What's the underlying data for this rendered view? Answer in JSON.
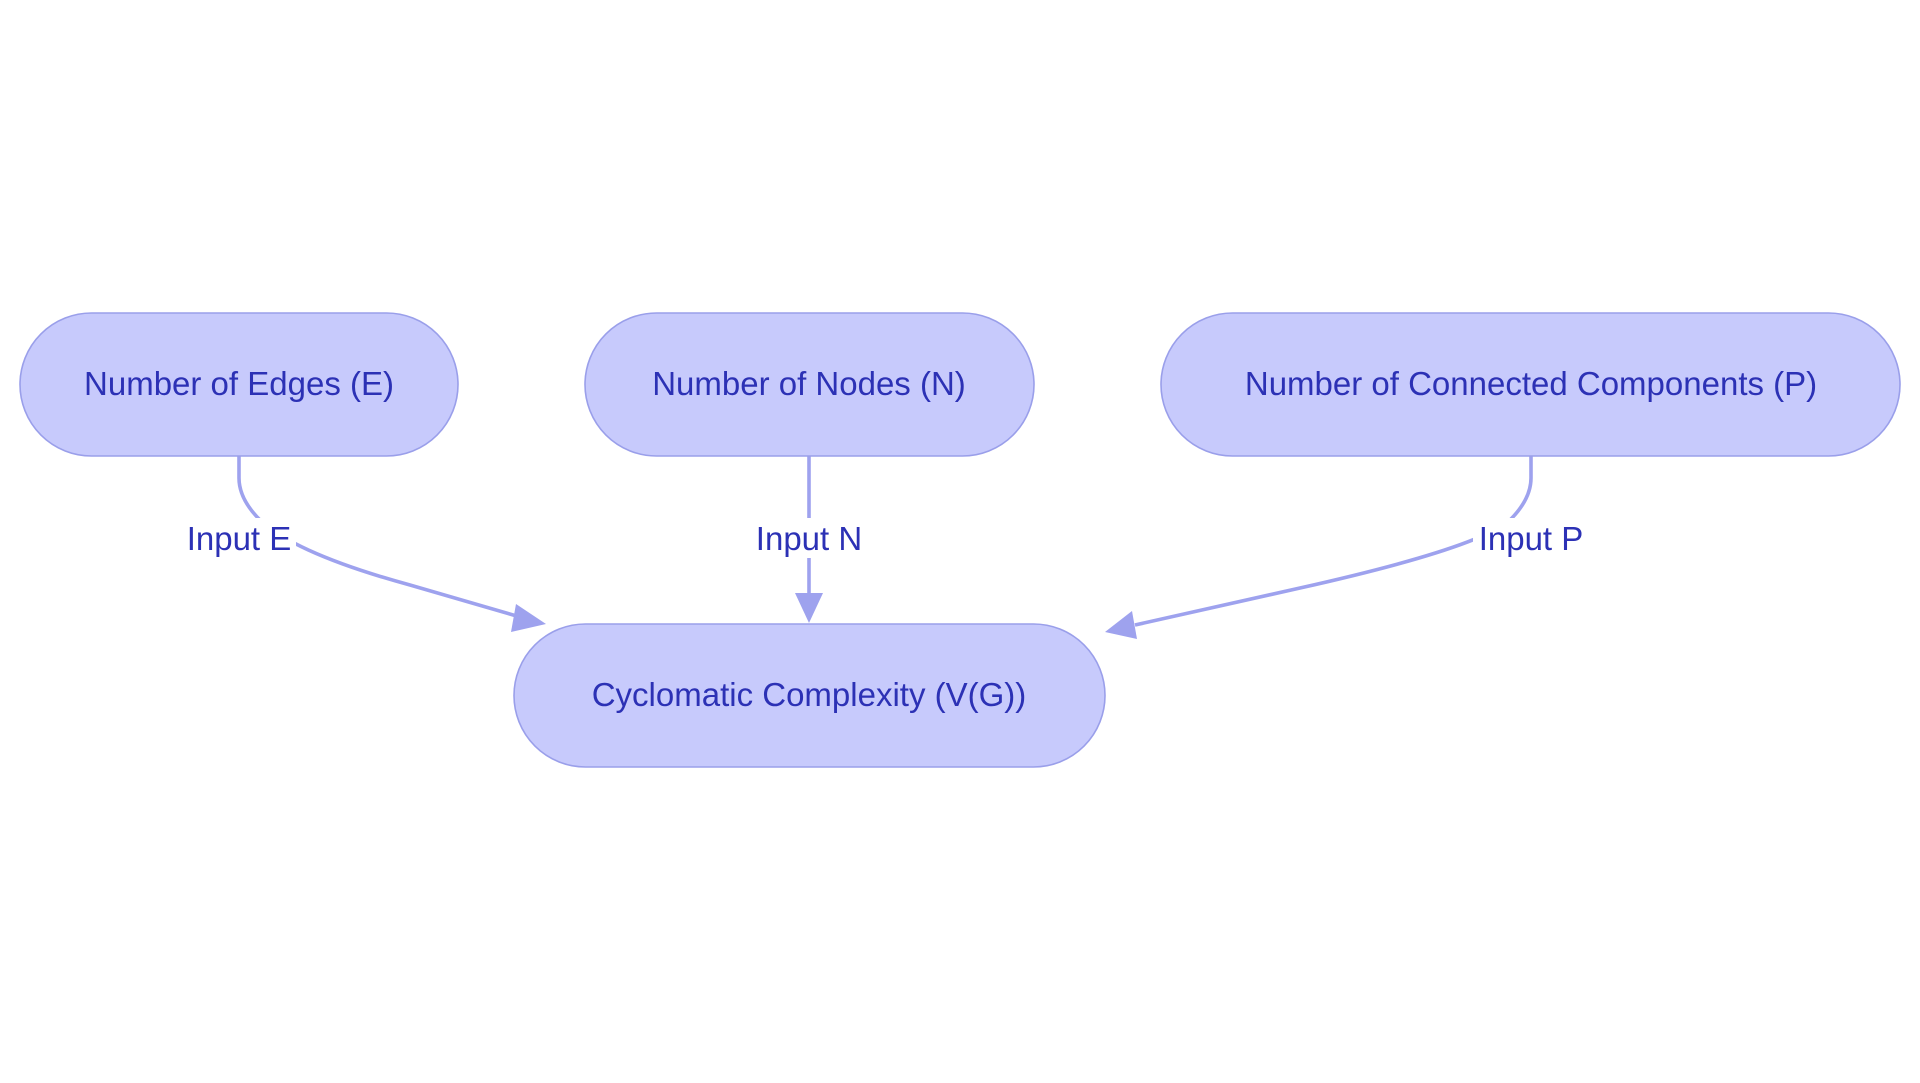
{
  "diagram": {
    "type": "flowchart",
    "colors": {
      "node_fill": "#C7CAFC",
      "node_stroke": "#9A9FEA",
      "text": "#2C31B5",
      "edge": "#9EA2EE",
      "background": "#FFFFFF"
    },
    "nodes": [
      {
        "id": "E",
        "label": "Number of Edges (E)",
        "shape": "stadium"
      },
      {
        "id": "N",
        "label": "Number of Nodes (N)",
        "shape": "stadium"
      },
      {
        "id": "P",
        "label": "Number of Connected Components (P)",
        "shape": "stadium"
      },
      {
        "id": "VG",
        "label": "Cyclomatic Complexity (V(G))",
        "shape": "stadium"
      }
    ],
    "edges": [
      {
        "from": "E",
        "to": "VG",
        "label": "Input E"
      },
      {
        "from": "N",
        "to": "VG",
        "label": "Input N"
      },
      {
        "from": "P",
        "to": "VG",
        "label": "Input P"
      }
    ]
  }
}
